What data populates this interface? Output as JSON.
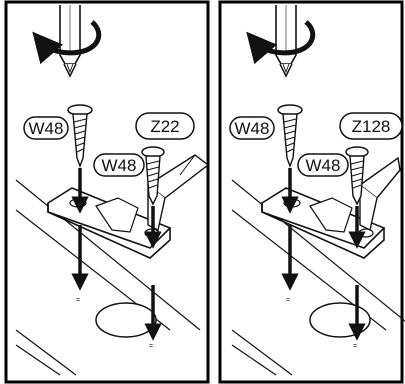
{
  "colors": {
    "ink": "#111111",
    "background": "#ffffff",
    "frame": "#000000"
  },
  "panels": [
    {
      "id": "left",
      "rotate_icon": "rotate-arrow-icon",
      "labels": {
        "screw_top": "W48",
        "screw_bottom": "W48",
        "hinge_part": "Z22"
      }
    },
    {
      "id": "right",
      "rotate_icon": "rotate-arrow-icon",
      "labels": {
        "screw_top": "W48",
        "screw_bottom": "W48",
        "hinge_part": "Z128"
      }
    }
  ]
}
